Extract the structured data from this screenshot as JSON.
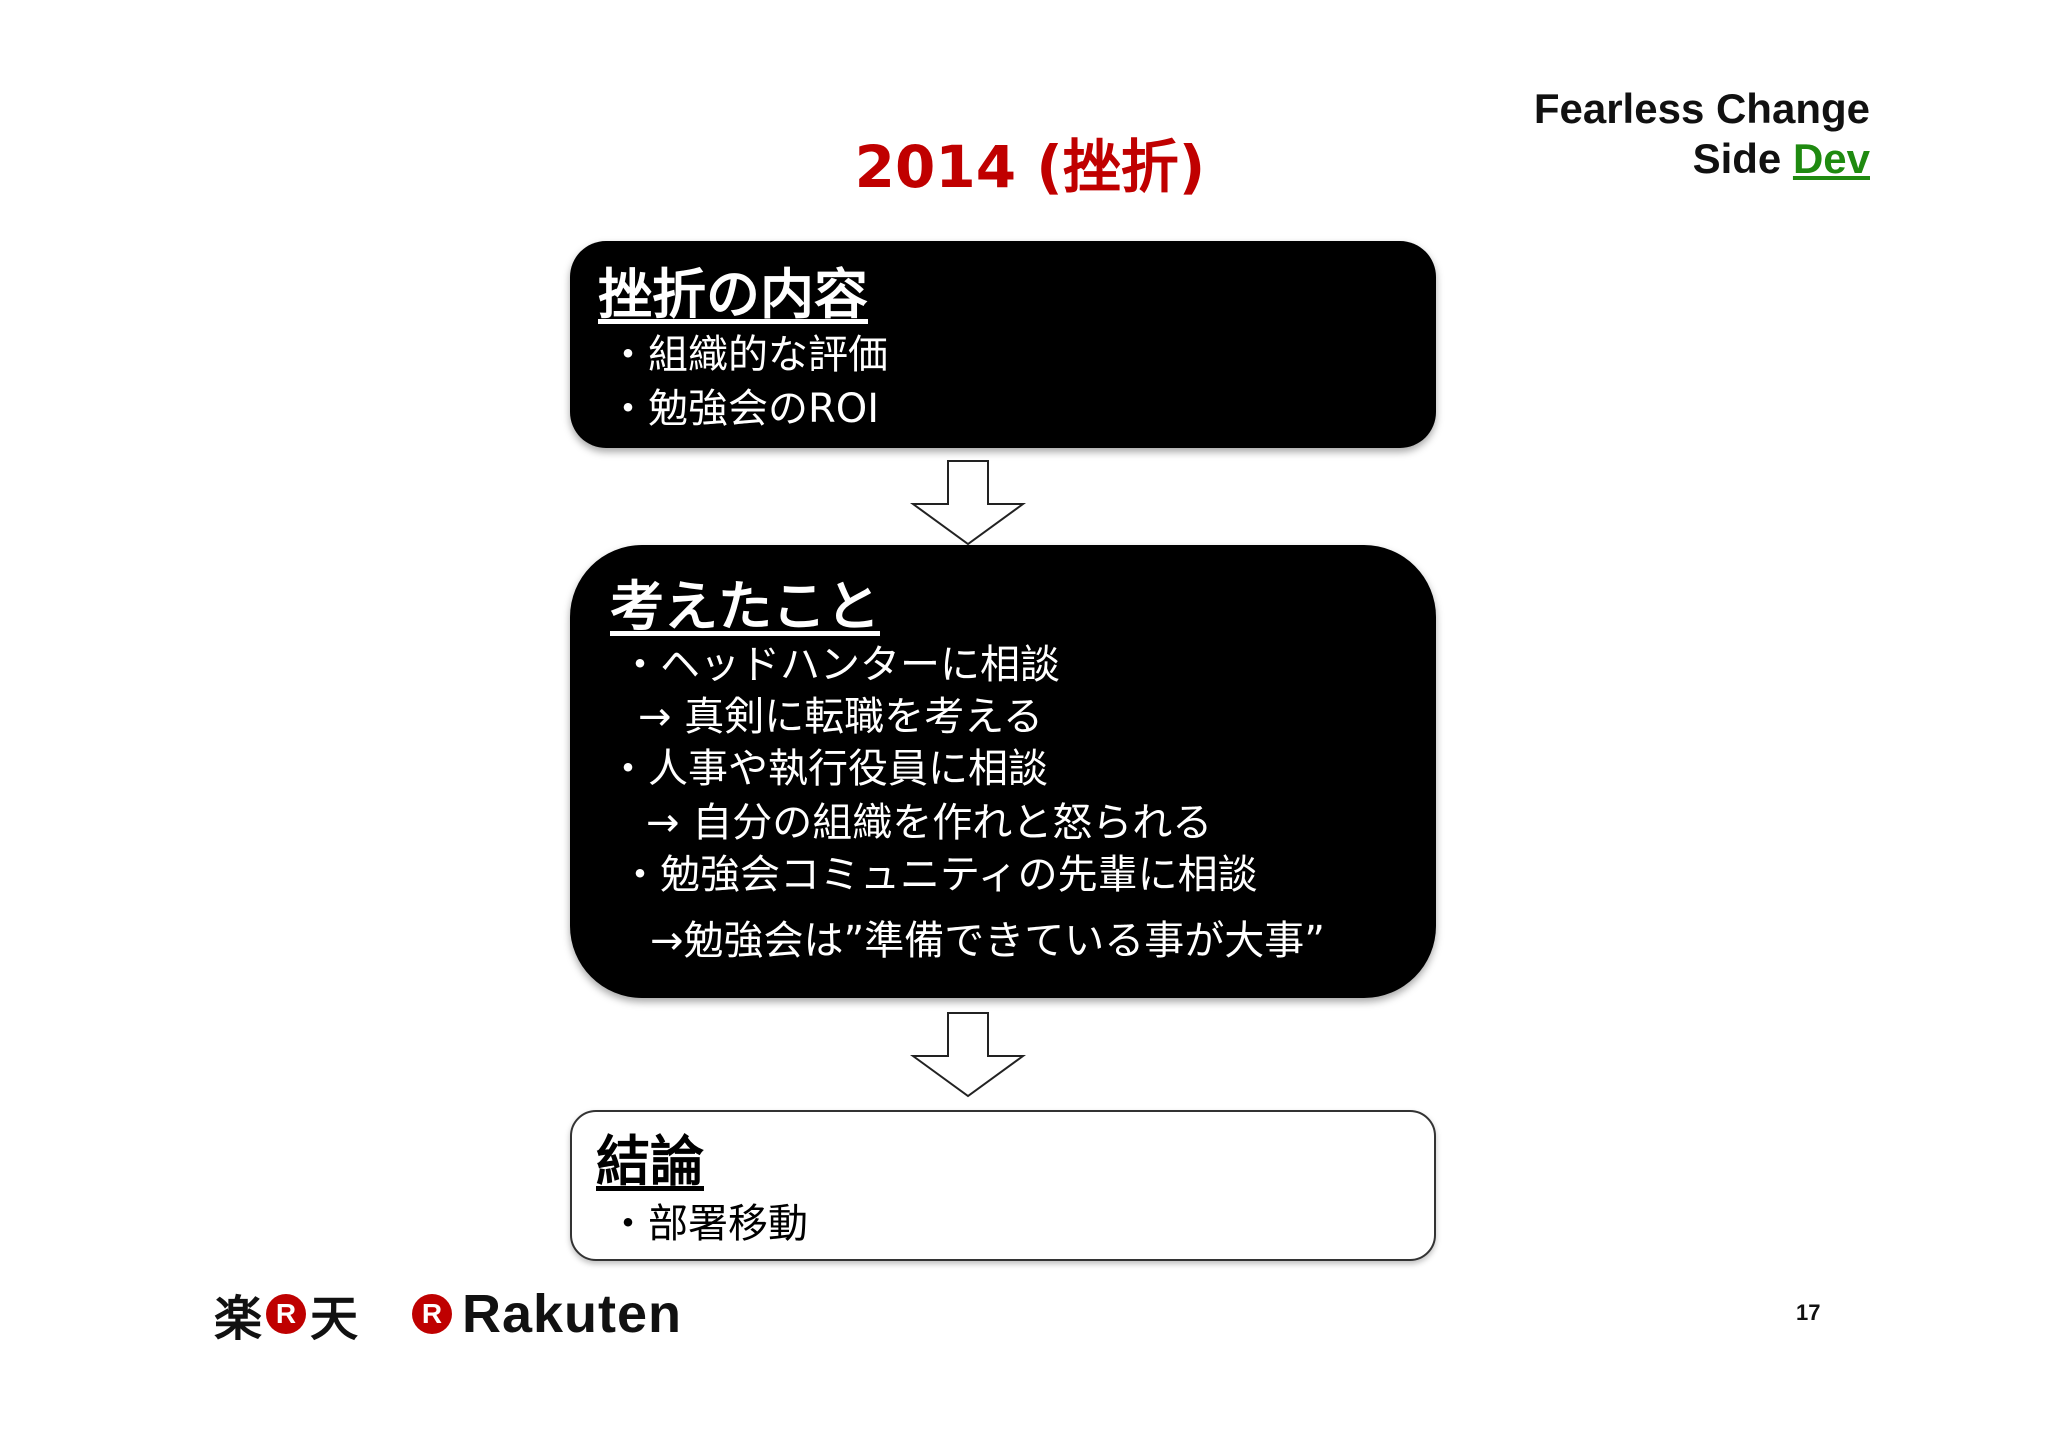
{
  "slide": {
    "title": "2014 (挫折)",
    "page_number": "17"
  },
  "brand_corner": {
    "line1": "Fearless Change",
    "line2_prefix": "Side ",
    "line2_accent": "Dev"
  },
  "box1": {
    "heading": "挫折の内容",
    "items": [
      "・組織的な評価",
      "・勉強会のROI"
    ]
  },
  "box2": {
    "heading": "考えたこと",
    "lines": [
      "・ヘッドハンターに相談",
      "→ 真剣に転職を考える",
      "・人事や執行役員に相談",
      "→ 自分の組織を作れと怒られる",
      "・勉強会コミュニティの先輩に相談",
      "→勉強会は”準備できている事が大事”"
    ]
  },
  "box3": {
    "heading": "結論",
    "items": [
      "・部署移動"
    ]
  },
  "footer": {
    "logo_kanji_left": "楽",
    "logo_r": "R",
    "logo_kanji_right": "天",
    "logo_word": "Rakuten"
  },
  "colors": {
    "title": "#c00000",
    "accent_green": "#1f8a10",
    "brand_red": "#bf0000"
  }
}
